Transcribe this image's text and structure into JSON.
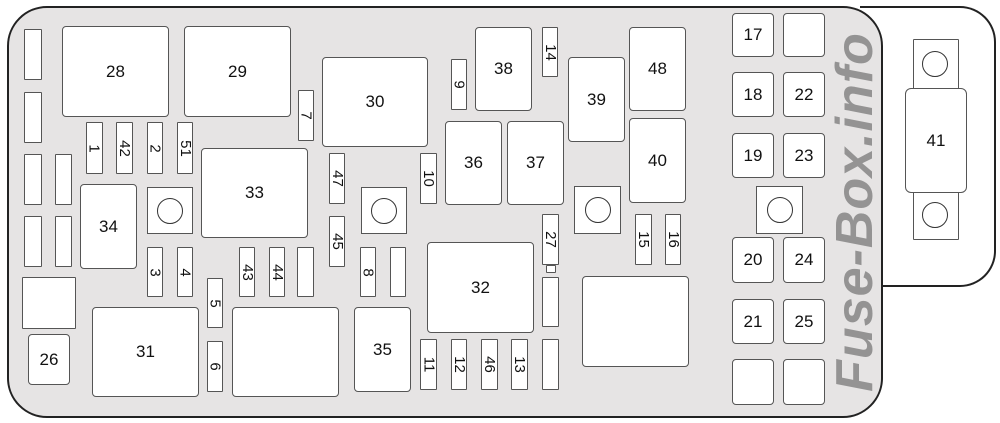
{
  "fuse_box": {
    "labels": {
      "f1": "1",
      "f2": "2",
      "f3": "3",
      "f4": "4",
      "f5": "5",
      "f6": "6",
      "f7": "7",
      "f8": "8",
      "f9": "9",
      "f10": "10",
      "f11": "11",
      "f12": "12",
      "f13": "13",
      "f14": "14",
      "f15": "15",
      "f16": "16",
      "f17": "17",
      "f18": "18",
      "f19": "19",
      "f20": "20",
      "f21": "21",
      "f22": "22",
      "f23": "23",
      "f24": "24",
      "f25": "25",
      "f26": "26",
      "f27": "27",
      "f28": "28",
      "f29": "29",
      "f30": "30",
      "f31": "31",
      "f32": "32",
      "f33": "33",
      "f34": "34",
      "f35": "35",
      "f36": "36",
      "f37": "37",
      "f38": "38",
      "f39": "39",
      "f40": "40",
      "f41": "41",
      "f42": "42",
      "f43": "43",
      "f44": "44",
      "f45": "45",
      "f46": "46",
      "f47": "47",
      "f48": "48",
      "f51": "51"
    }
  },
  "watermark": "Fuse-Box.info",
  "colors": {
    "housing": "#e6e4e4",
    "slot": "#ffffff",
    "outline": "#222222",
    "watermark": "#787878"
  }
}
